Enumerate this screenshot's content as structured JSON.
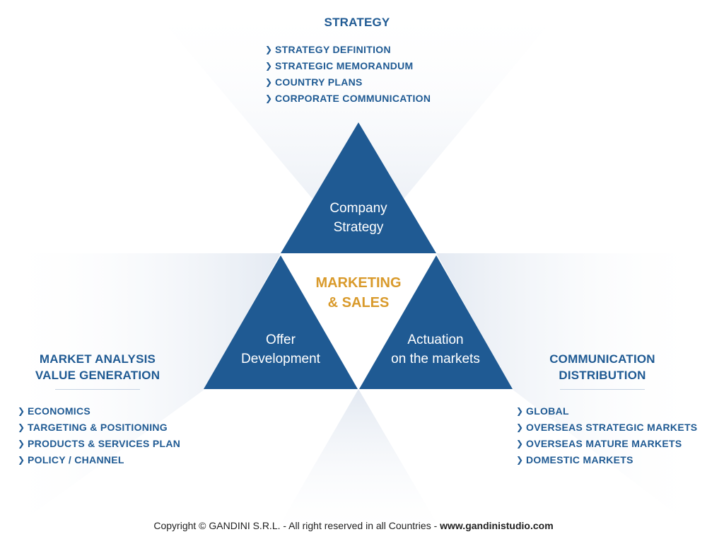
{
  "colors": {
    "triangle_blue": "#1f5a93",
    "text_blue": "#1f5a93",
    "accent_orange": "#d99a2b",
    "footer_text": "#222222"
  },
  "top": {
    "title": "STRATEGY",
    "items": [
      "STRATEGY DEFINITION",
      "STRATEGIC MEMORANDUM",
      "COUNTRY PLANS",
      "CORPORATE COMMUNICATION"
    ]
  },
  "left": {
    "title_line1": "MARKET ANALYSIS",
    "title_line2": "VALUE GENERATION",
    "items": [
      "ECONOMICS",
      "TARGETING & POSITIONING",
      "PRODUCTS & SERVICES PLAN",
      "POLICY / CHANNEL"
    ]
  },
  "right": {
    "title_line1": "COMMUNICATION",
    "title_line2": "DISTRIBUTION",
    "items": [
      "GLOBAL",
      "OVERSEAS STRATEGIC MARKETS",
      "OVERSEAS MATURE MARKETS",
      "DOMESTIC MARKETS"
    ]
  },
  "triangles": {
    "top_line1": "Company",
    "top_line2": "Strategy",
    "left_line1": "Offer",
    "left_line2": "Development",
    "right_line1": "Actuation",
    "right_line2": "on the markets"
  },
  "center": {
    "line1": "MARKETING",
    "line2": "& SALES"
  },
  "footer": {
    "copyright": "Copyright © GANDINI S.R.L. - All right reserved in all Countries - ",
    "url": "www.gandinistudio.com"
  }
}
